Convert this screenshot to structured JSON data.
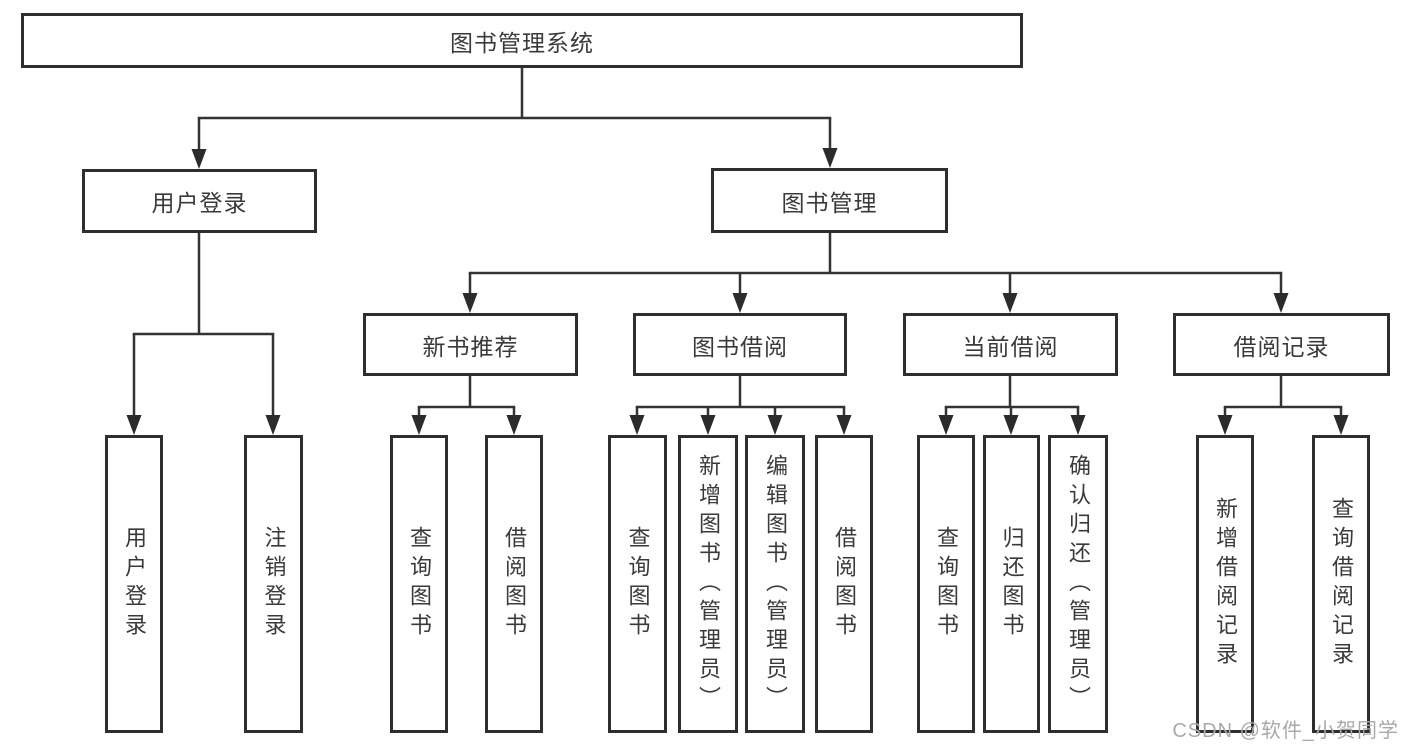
{
  "palette": {
    "background": "#ffffff",
    "connector_line": "#333333",
    "box_border": "#2e2e2e",
    "box_text": "#3a3a3a",
    "watermark_text": "#a9a9a9"
  },
  "tree": {
    "root": {
      "label": "图书管理系统"
    },
    "user_login": {
      "label": "用户登录",
      "children": [
        {
          "label": "用户登录"
        },
        {
          "label": "注销登录"
        }
      ]
    },
    "book_management": {
      "label": "图书管理",
      "sections": [
        {
          "label": "新书推荐",
          "children": [
            {
              "label": "查询图书"
            },
            {
              "label": "借阅图书"
            }
          ]
        },
        {
          "label": "图书借阅",
          "children": [
            {
              "label": "查询图书"
            },
            {
              "label": "新增图书（管理员）"
            },
            {
              "label": "编辑图书（管理员）"
            },
            {
              "label": "借阅图书"
            }
          ]
        },
        {
          "label": "当前借阅",
          "children": [
            {
              "label": "查询图书"
            },
            {
              "label": "归还图书"
            },
            {
              "label": "确认归还（管理员）"
            }
          ]
        },
        {
          "label": "借阅记录",
          "children": [
            {
              "label": "新增借阅记录"
            },
            {
              "label": "查询借阅记录"
            }
          ]
        }
      ]
    }
  },
  "watermark": "CSDN @软件_小贺同学"
}
